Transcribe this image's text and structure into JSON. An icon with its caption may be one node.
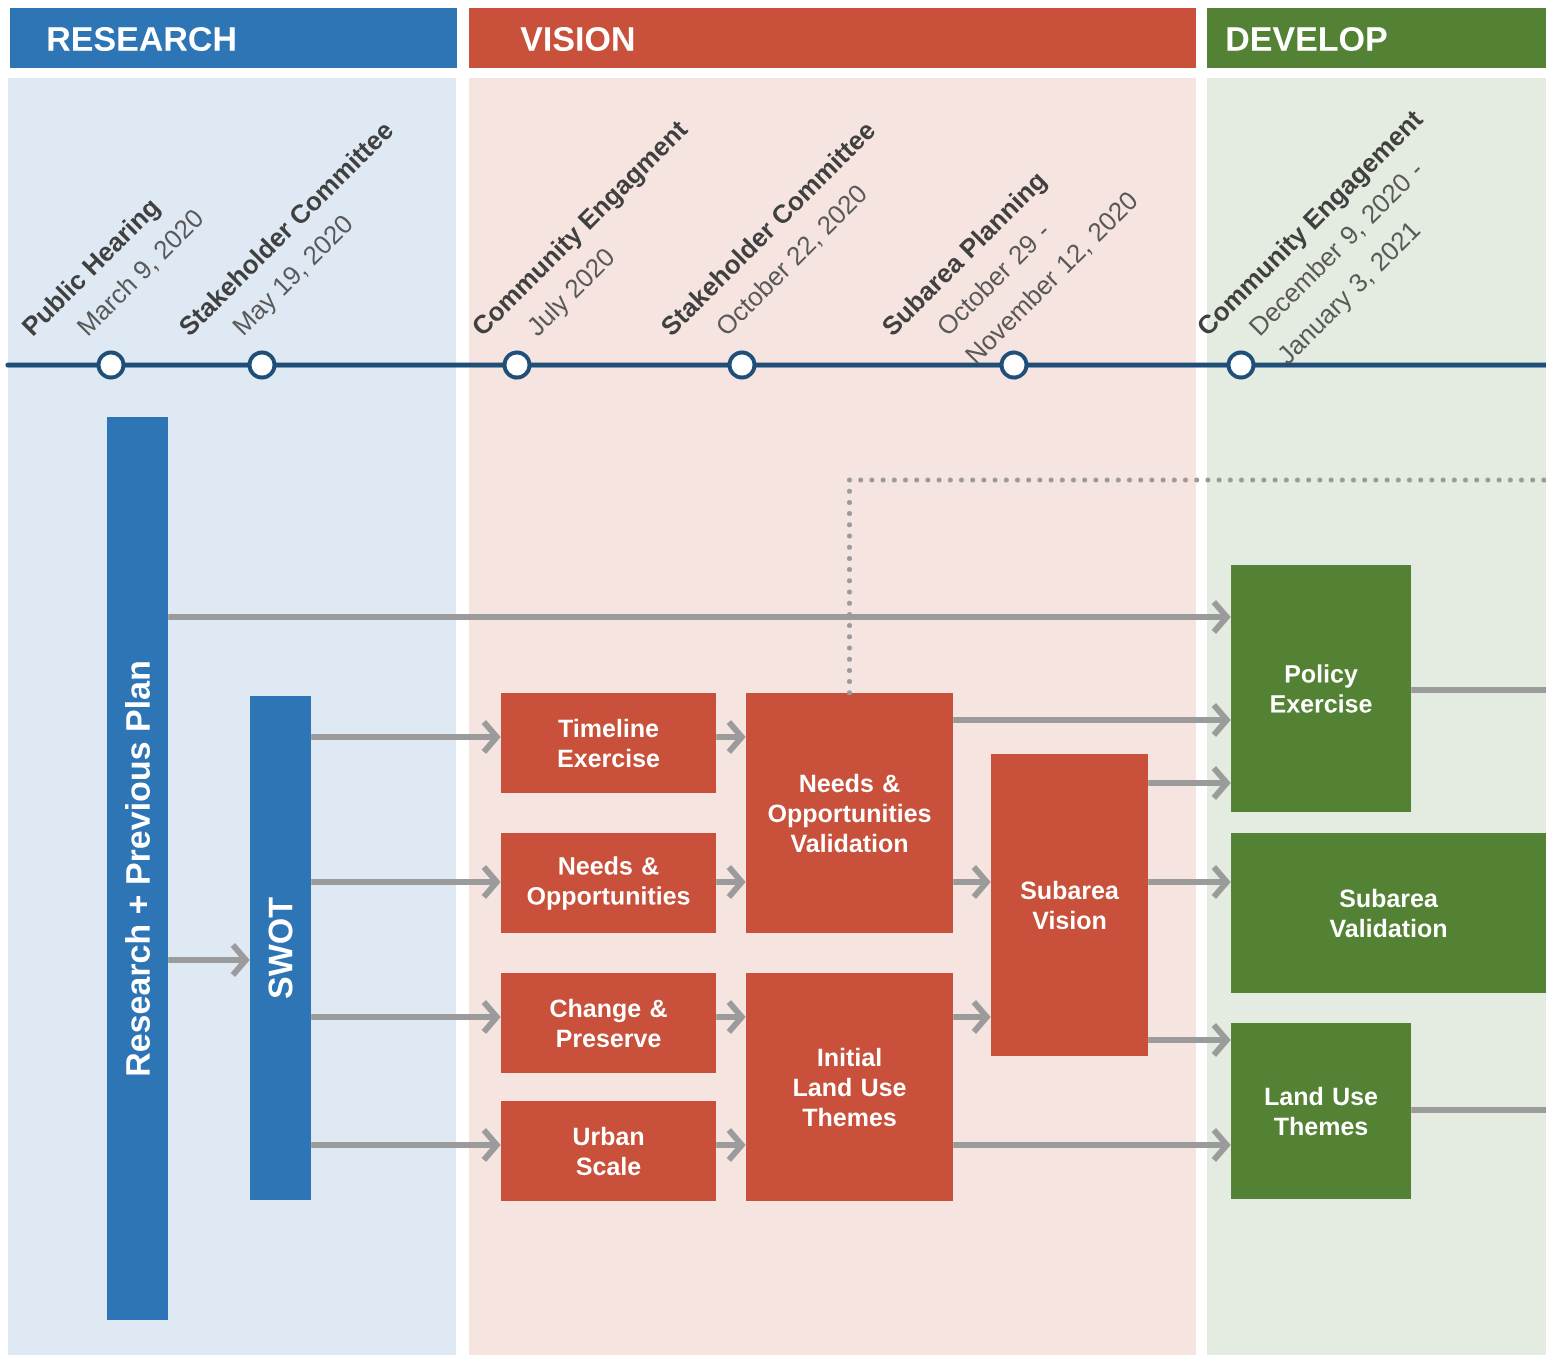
{
  "diagram": {
    "nodes": [
      {
        "text": [
          "RESEARCH"
        ]
      },
      {
        "text": [
          "VISION"
        ]
      },
      {
        "text": [
          "DEVELOP"
        ]
      },
      {
        "text": [],
        "shape": "circle",
        "in": 0,
        "beside": [
          "Public Hearing",
          "March 9, 2020"
        ]
      },
      {
        "text": [],
        "shape": "circle",
        "in": 0,
        "beside": [
          "Stakeholder Committee",
          "May 19, 2020"
        ]
      },
      {
        "text": [],
        "shape": "circle",
        "in": 1,
        "beside": [
          "Community Engagment",
          "July 2020"
        ]
      },
      {
        "text": [],
        "shape": "circle",
        "in": 1,
        "beside": [
          "Stakeholder Committee",
          "October 22, 2020"
        ]
      },
      {
        "text": [],
        "shape": "circle",
        "in": 1,
        "beside": [
          "Subarea Planning",
          "October 29 - November 12, 2020"
        ]
      },
      {
        "text": [],
        "shape": "circle",
        "in": 2,
        "beside": [
          "Community Engagement",
          "December 9, 2020 - January 3, 2021"
        ]
      },
      {
        "text": [
          "Research + Previous Plan"
        ],
        "in": 0
      },
      {
        "text": [
          "SWOT"
        ],
        "in": 0
      },
      {
        "text": [
          "Timeline Exercise"
        ],
        "in": 1
      },
      {
        "text": [
          "Needs & Opportunities"
        ],
        "in": 1
      },
      {
        "text": [
          "Change & Preserve"
        ],
        "in": 1
      },
      {
        "text": [
          "Urban Scale"
        ],
        "in": 1
      },
      {
        "text": [
          "Needs & Opportunities Validation"
        ],
        "in": 1
      },
      {
        "text": [
          "Initial Land Use Themes"
        ],
        "in": 1
      },
      {
        "text": [
          "Subarea Vision"
        ],
        "in": 1
      },
      {
        "text": [
          "Policy Exercise"
        ],
        "in": 2
      },
      {
        "text": [
          "Subarea Validation"
        ],
        "in": 2
      },
      {
        "text": [
          "Land Use Themes"
        ],
        "in": 2
      }
    ],
    "edges": [
      {
        "from": 9,
        "to": 18,
        "arrow": "to"
      },
      {
        "from": 9,
        "to": 10,
        "arrow": "to"
      },
      {
        "from": 10,
        "to": 11,
        "arrow": "to"
      },
      {
        "from": 10,
        "to": 12,
        "arrow": "to"
      },
      {
        "from": 10,
        "to": 13,
        "arrow": "to"
      },
      {
        "from": 10,
        "to": 14,
        "arrow": "to"
      },
      {
        "from": 11,
        "to": 15,
        "arrow": "to"
      },
      {
        "from": 12,
        "to": 15,
        "arrow": "to"
      },
      {
        "from": 13,
        "to": 16,
        "arrow": "to"
      },
      {
        "from": 14,
        "to": 16,
        "arrow": "to"
      },
      {
        "from": 15,
        "to": 18,
        "arrow": "to"
      },
      {
        "from": 15,
        "to": 17,
        "arrow": "to"
      },
      {
        "from": 16,
        "to": 17,
        "arrow": "to"
      },
      {
        "from": 16,
        "to": 20,
        "arrow": "to"
      },
      {
        "from": 17,
        "to": 18,
        "arrow": "to"
      },
      {
        "from": 17,
        "to": 19,
        "arrow": "to"
      },
      {
        "from": 17,
        "to": 20,
        "arrow": "to"
      },
      {
        "from": 18,
        "to": 2,
        "arrow": "none"
      },
      {
        "from": 20,
        "to": 2,
        "arrow": "none"
      },
      {
        "from": 15,
        "to": 2,
        "arrow": "none",
        "style": "dashed"
      }
    ]
  }
}
